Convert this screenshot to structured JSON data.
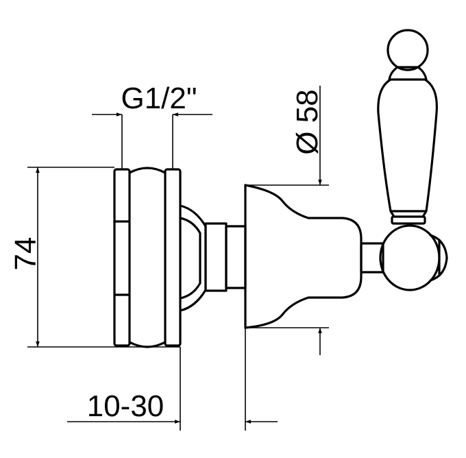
{
  "dimensions": {
    "thread": "G1/2\"",
    "diameter": "Ø 58",
    "height": "74",
    "wall_range": "10-30"
  },
  "colors": {
    "stroke": "#000000",
    "background": "#ffffff"
  }
}
